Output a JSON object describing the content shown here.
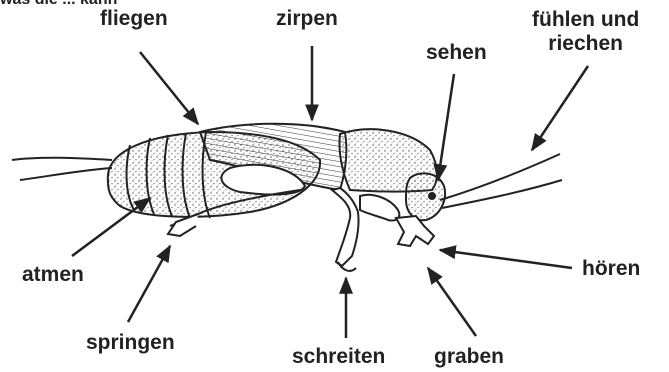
{
  "heading_fragment": "was die ... kann",
  "labels": {
    "fliegen": "fliegen",
    "zirpen": "zirpen",
    "fuehlen_und_riechen": "fühlen und\nriechen",
    "sehen": "sehen",
    "atmen": "atmen",
    "hoeren": "hören",
    "springen": "springen",
    "schreiten": "schreiten",
    "graben": "graben"
  },
  "colors": {
    "ink": "#222222",
    "paper": "#ffffff",
    "stipple": "#9a9a9a"
  }
}
